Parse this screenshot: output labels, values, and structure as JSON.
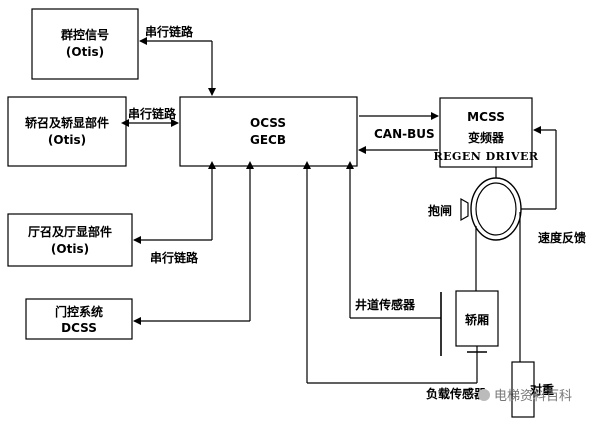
{
  "blocks": {
    "group_control": {
      "line1": "群控信号",
      "line2": "(Otis)"
    },
    "car_call": {
      "line1": "轿召及轿显部件",
      "line2": "(Otis)"
    },
    "hall_call": {
      "line1": "厅召及厅显部件",
      "line2": "(Otis)"
    },
    "door_control": {
      "line1": "门控系统",
      "line2": "DCSS"
    },
    "ocss": {
      "line1": "OCSS",
      "line2": "GECB"
    },
    "mcss": {
      "line1": "MCSS",
      "line2": "变频器",
      "line3": "REGEN DRIVER"
    },
    "car": {
      "label": "轿厢"
    },
    "counterweight": {
      "label": "对重"
    }
  },
  "labels": {
    "serial_top": "串行链路",
    "serial_mid": "串行链路",
    "serial_bottom": "串行链路",
    "can_bus": "CAN-BUS",
    "brake": "抱闸",
    "speed_feedback": "速度反馈",
    "shaft_sensor": "井道传感器",
    "load_sensor": "负载传感器"
  },
  "watermark": "电梯资料百科"
}
